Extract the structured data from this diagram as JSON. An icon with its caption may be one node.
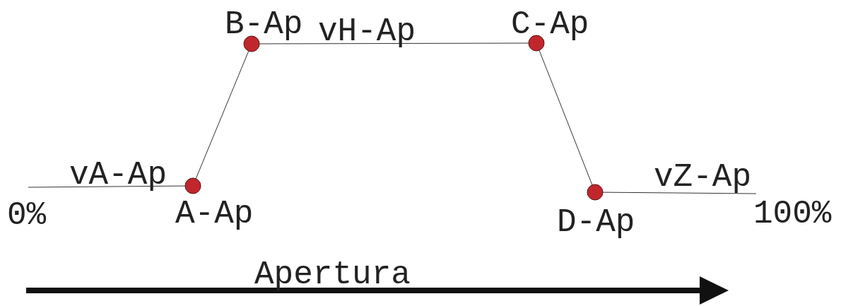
{
  "diagram": {
    "nodes": [
      {
        "text": [],
        "shape": "circle",
        "beside": [
          "A-Ap"
        ]
      },
      {
        "text": [],
        "shape": "circle",
        "beside": [
          "B-Ap"
        ]
      },
      {
        "text": [],
        "shape": "circle",
        "beside": [
          "C-Ap"
        ]
      },
      {
        "text": [],
        "shape": "circle",
        "beside": [
          "D-Ap"
        ]
      }
    ],
    "edges": [
      {
        "from": null,
        "to": 0,
        "arrow": "none",
        "label": "vA-Ap"
      },
      {
        "from": 0,
        "to": 1,
        "arrow": "none"
      },
      {
        "from": 1,
        "to": 2,
        "arrow": "none",
        "label": "vH-Ap"
      },
      {
        "from": 2,
        "to": 3,
        "arrow": "none"
      },
      {
        "from": 3,
        "to": null,
        "arrow": "none",
        "label": "vZ-Ap"
      }
    ],
    "labels": [
      "0%",
      "100%",
      "Apertura"
    ]
  }
}
